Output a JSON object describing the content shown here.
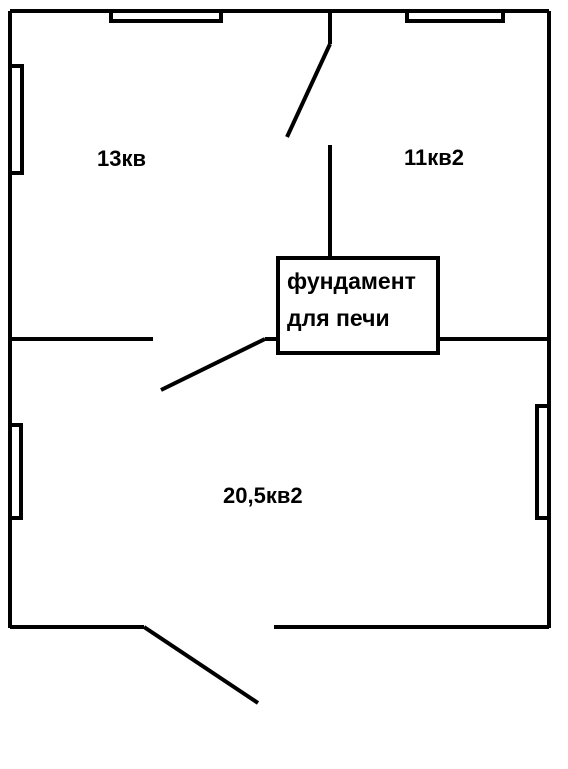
{
  "colors": {
    "background": "#ffffff",
    "line": "#000000"
  },
  "rooms": {
    "top_left": {
      "area_label": "13кв"
    },
    "top_right": {
      "area_label": "11кв2"
    },
    "bottom": {
      "area_label": "20,5кв2"
    }
  },
  "stove_foundation": {
    "line1": "фундамент",
    "line2": "для печи"
  }
}
